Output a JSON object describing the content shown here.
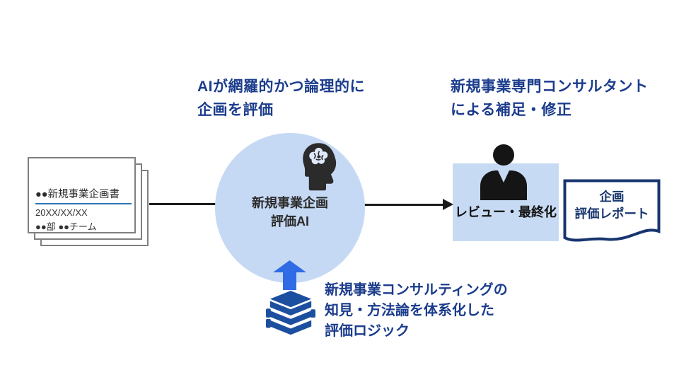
{
  "headings": {
    "ai": {
      "line1": "AIが網羅的かつ論理的に",
      "line2": "企画を評価"
    },
    "consultant": {
      "line1": "新規事業専門コンサルタント",
      "line2": "による補足・修正"
    }
  },
  "document_stack": {
    "title": "●●新規事業企画書",
    "date": "20XX/XX/XX",
    "team": "●●部 ●●チーム"
  },
  "ai_circle": {
    "label_line1": "新規事業企画",
    "label_line2": "評価AI",
    "icon": "head-brain-icon"
  },
  "review_box": {
    "label": "レビュー・最終化",
    "icon": "person-icon"
  },
  "report": {
    "line1": "企画",
    "line2": "評価レポート"
  },
  "knowledge": {
    "line1": "新規事業コンサルティングの",
    "line2": "知見・方法論を体系化した",
    "line3": "評価ロジック",
    "icon": "books-icon"
  },
  "colors": {
    "heading_navy": "#1b3c8c",
    "light_blue_fill": "#c6d9f4",
    "bright_arrow_blue": "#2f6be4",
    "books_blue": "#1d4fa0",
    "report_navy": "#17356f",
    "connector_black": "#1a1a1a",
    "doc_border_gray": "#808080",
    "doc_rule_blue": "#2e75b6"
  }
}
